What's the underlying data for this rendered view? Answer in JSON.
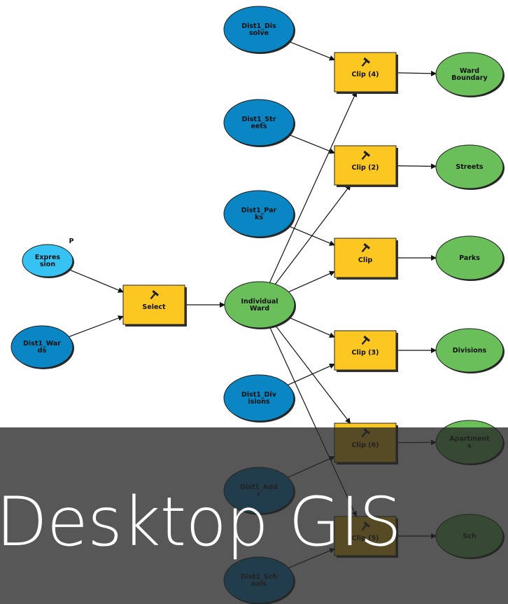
{
  "diagram": {
    "nodes": [
      {
        "id": "expression",
        "lines": [
          "Expres",
          "sion"
        ],
        "kind": "parameter",
        "tag": "P"
      },
      {
        "id": "dist1_wards",
        "lines": [
          "Dist1_War",
          "ds"
        ],
        "kind": "input"
      },
      {
        "id": "select",
        "lines": [
          "Select"
        ],
        "kind": "tool"
      },
      {
        "id": "individual_ward",
        "lines": [
          "Individual",
          "Ward"
        ],
        "kind": "output"
      },
      {
        "id": "dist1_dissolve",
        "lines": [
          "Dist1_Dis",
          "solve"
        ],
        "kind": "input"
      },
      {
        "id": "dist1_streets",
        "lines": [
          "Dist1_Str",
          "eets"
        ],
        "kind": "input"
      },
      {
        "id": "dist1_parks",
        "lines": [
          "Dist1_Par",
          "ks"
        ],
        "kind": "input"
      },
      {
        "id": "dist1_divisions",
        "lines": [
          "Dist1_Div",
          "isions"
        ],
        "kind": "input"
      },
      {
        "id": "dist1_add",
        "lines": [
          "Dist1_Add",
          "r"
        ],
        "kind": "input"
      },
      {
        "id": "dist1_schools",
        "lines": [
          "Dist1_Sch",
          "ools"
        ],
        "kind": "input"
      },
      {
        "id": "clip4",
        "lines": [
          "Clip (4)"
        ],
        "kind": "tool"
      },
      {
        "id": "clip2",
        "lines": [
          "Clip (2)"
        ],
        "kind": "tool"
      },
      {
        "id": "clip",
        "lines": [
          "Clip"
        ],
        "kind": "tool"
      },
      {
        "id": "clip3",
        "lines": [
          "Clip (3)"
        ],
        "kind": "tool"
      },
      {
        "id": "clip6",
        "lines": [
          "Clip (6)"
        ],
        "kind": "tool"
      },
      {
        "id": "clip5",
        "lines": [
          "Clip (5)"
        ],
        "kind": "tool"
      },
      {
        "id": "ward_boundary",
        "lines": [
          "Ward",
          "Boundary"
        ],
        "kind": "output"
      },
      {
        "id": "streets",
        "lines": [
          "Streets"
        ],
        "kind": "output"
      },
      {
        "id": "parks",
        "lines": [
          "Parks"
        ],
        "kind": "output"
      },
      {
        "id": "divisions",
        "lines": [
          "Divisions"
        ],
        "kind": "output"
      },
      {
        "id": "apartments",
        "lines": [
          "Apartment",
          "s"
        ],
        "kind": "output"
      },
      {
        "id": "schools",
        "lines": [
          "Sch"
        ],
        "kind": "output"
      }
    ],
    "edges": [
      [
        "expression",
        "select"
      ],
      [
        "dist1_wards",
        "select"
      ],
      [
        "select",
        "individual_ward"
      ],
      [
        "dist1_dissolve",
        "clip4"
      ],
      [
        "dist1_streets",
        "clip2"
      ],
      [
        "dist1_parks",
        "clip"
      ],
      [
        "dist1_divisions",
        "clip3"
      ],
      [
        "dist1_add",
        "clip6"
      ],
      [
        "dist1_schools",
        "clip5"
      ],
      [
        "individual_ward",
        "clip4"
      ],
      [
        "individual_ward",
        "clip2"
      ],
      [
        "individual_ward",
        "clip"
      ],
      [
        "individual_ward",
        "clip3"
      ],
      [
        "individual_ward",
        "clip6"
      ],
      [
        "individual_ward",
        "clip5"
      ],
      [
        "clip4",
        "ward_boundary"
      ],
      [
        "clip2",
        "streets"
      ],
      [
        "clip",
        "parks"
      ],
      [
        "clip3",
        "divisions"
      ],
      [
        "clip6",
        "apartments"
      ],
      [
        "clip5",
        "schools"
      ]
    ]
  },
  "colors": {
    "input": "#0a86c4",
    "parameter": "#36c2f2",
    "output": "#6bbf5a",
    "tool": "#fdc721",
    "stroke": "#111111"
  },
  "overlay": {
    "title": "Desktop GIS"
  }
}
